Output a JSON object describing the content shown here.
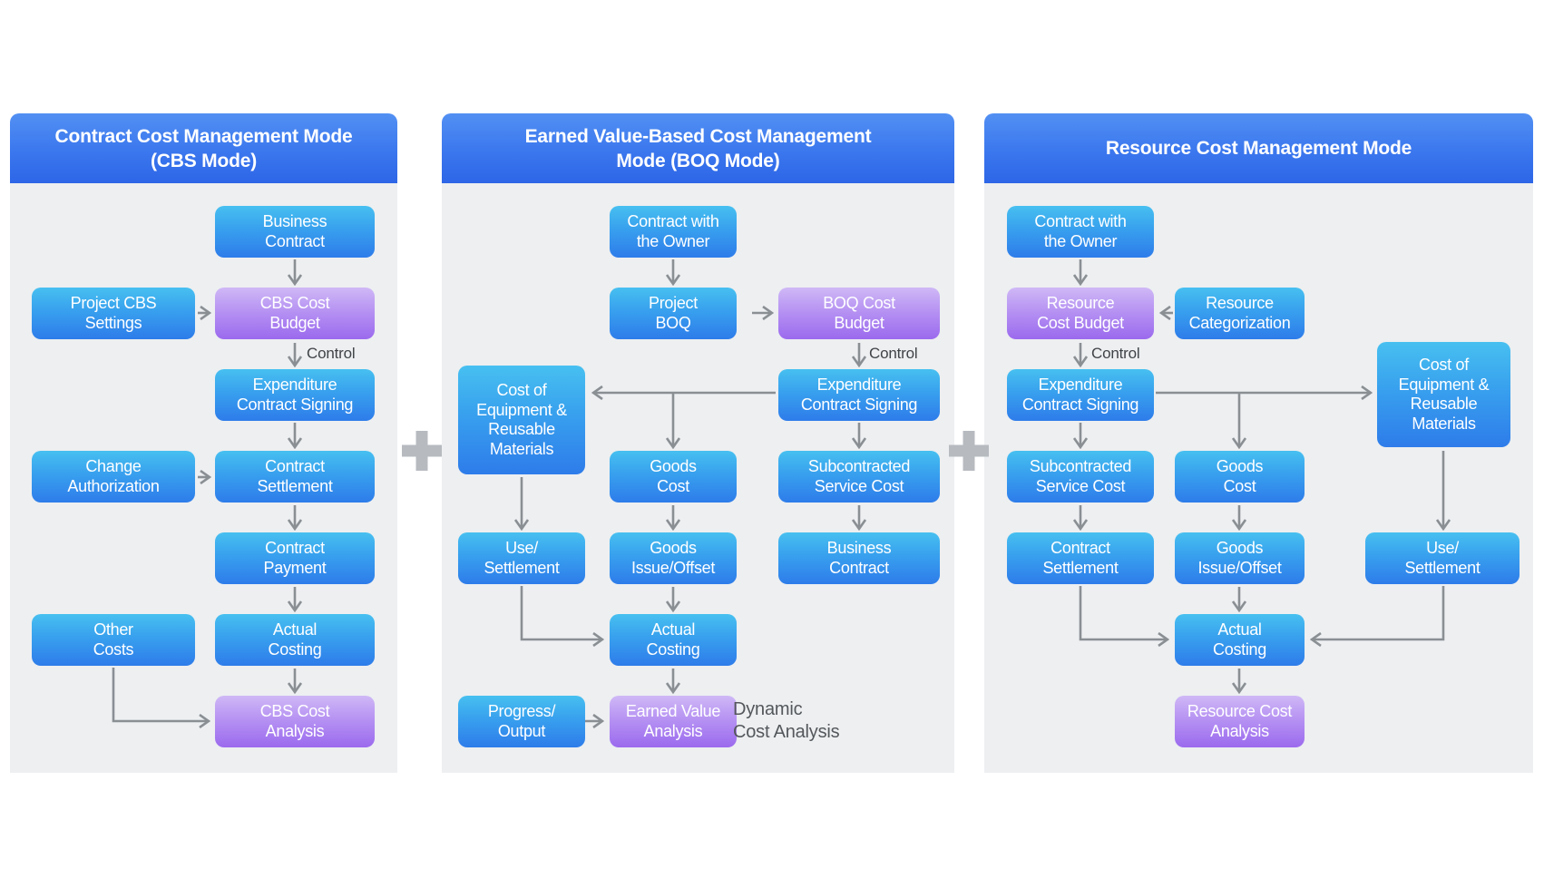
{
  "diagram": {
    "colors": {
      "panel_background": "#edeff1",
      "header_gradient_top": "#5290f3",
      "header_gradient_bottom": "#2d66e7",
      "blue_node_top": "#47c0f0",
      "blue_node_bottom": "#2e7cea",
      "purple_node_top": "#cfb8f6",
      "purple_node_bottom": "#9b6aee",
      "arrow": "#8a8f94",
      "plus": "#b7bbc0",
      "control_text": "#404347",
      "annotation_text": "#54575b"
    },
    "plus_symbol": "+",
    "panels": [
      {
        "title": "Contract Cost Management Mode\n(CBS Mode)",
        "control_label": "Control",
        "nodes": {
          "business_contract": "Business\nContract",
          "project_cbs_settings": "Project CBS\nSettings",
          "cbs_cost_budget": "CBS Cost\nBudget",
          "expenditure_contract_signing": "Expenditure\nContract Signing",
          "change_authorization": "Change\nAuthorization",
          "contract_settlement": "Contract\nSettlement",
          "contract_payment": "Contract\nPayment",
          "other_costs": "Other\nCosts",
          "actual_costing": "Actual\nCosting",
          "cbs_cost_analysis": "CBS Cost\nAnalysis"
        }
      },
      {
        "title": "Earned Value-Based Cost Management\nMode (BOQ Mode)",
        "control_label": "Control",
        "annotation": "Dynamic\nCost Analysis",
        "nodes": {
          "contract_with_owner": "Contract with\nthe Owner",
          "project_boq": "Project\nBOQ",
          "boq_cost_budget": "BOQ Cost\nBudget",
          "cost_of_equipment": "Cost of\nEquipment &\nReusable\nMaterials",
          "expenditure_contract_signing": "Expenditure\nContract Signing",
          "goods_cost": "Goods\nCost",
          "subcontracted_service_cost": "Subcontracted\nService Cost",
          "use_settlement": "Use/\nSettlement",
          "goods_issue_offset": "Goods\nIssue/Offset",
          "business_contract": "Business\nContract",
          "actual_costing": "Actual\nCosting",
          "progress_output": "Progress/\nOutput",
          "earned_value_analysis": "Earned Value\nAnalysis"
        }
      },
      {
        "title": "Resource Cost Management Mode",
        "control_label": "Control",
        "nodes": {
          "contract_with_owner": "Contract with\nthe Owner",
          "resource_cost_budget": "Resource\nCost Budget",
          "resource_categorization": "Resource\nCategorization",
          "expenditure_contract_signing": "Expenditure\nContract Signing",
          "cost_of_equipment": "Cost of\nEquipment &\nReusable\nMaterials",
          "subcontracted_service_cost": "Subcontracted\nService Cost",
          "goods_cost": "Goods\nCost",
          "contract_settlement": "Contract\nSettlement",
          "goods_issue_offset": "Goods\nIssue/Offset",
          "use_settlement": "Use/\nSettlement",
          "actual_costing": "Actual\nCosting",
          "resource_cost_analysis": "Resource Cost\nAnalysis"
        }
      }
    ]
  }
}
